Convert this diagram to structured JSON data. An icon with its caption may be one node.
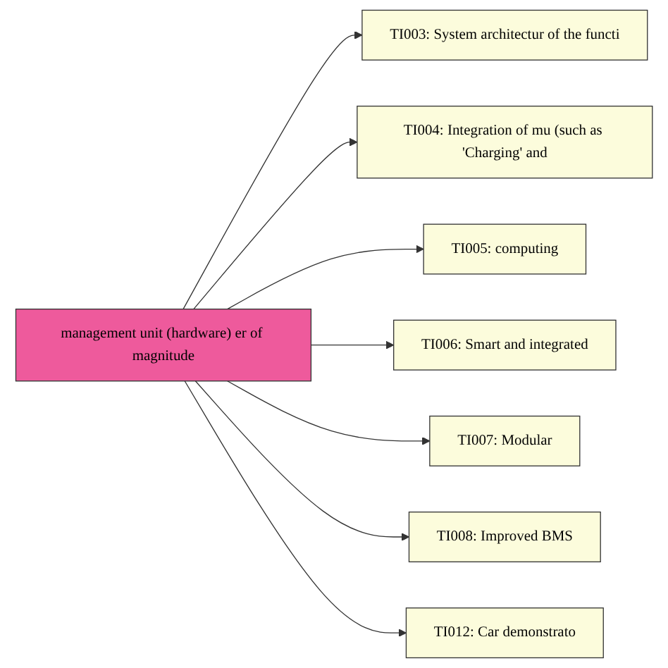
{
  "diagram": {
    "nodes": [
      {
        "text": [
          "management unit (hardware) er of magnitude"
        ]
      },
      {
        "text": [
          "TI003: System architectur of the functi"
        ]
      },
      {
        "text": [
          "TI004: Integration of mu (such as 'Charging' and"
        ]
      },
      {
        "text": [
          "TI005: computing"
        ]
      },
      {
        "text": [
          "TI006: Smart and integrated"
        ]
      },
      {
        "text": [
          "TI007: Modular"
        ]
      },
      {
        "text": [
          "TI008: Improved BMS"
        ]
      },
      {
        "text": [
          "TI012: Car demonstrato"
        ]
      }
    ],
    "edges": [
      {
        "from": 0,
        "to": 1,
        "arrow": "to"
      },
      {
        "from": 0,
        "to": 2,
        "arrow": "to"
      },
      {
        "from": 0,
        "to": 3,
        "arrow": "to"
      },
      {
        "from": 0,
        "to": 4,
        "arrow": "to"
      },
      {
        "from": 0,
        "to": 5,
        "arrow": "to"
      },
      {
        "from": 0,
        "to": 6,
        "arrow": "to"
      },
      {
        "from": 0,
        "to": 7,
        "arrow": "to"
      }
    ]
  }
}
